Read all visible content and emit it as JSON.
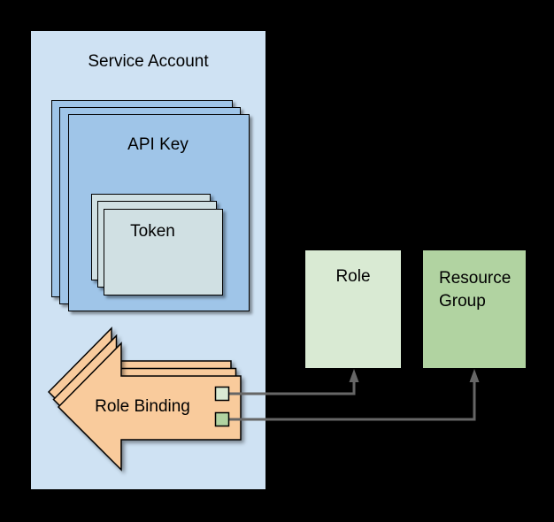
{
  "labels": {
    "service_account": "Service Account",
    "api_key": "API Key",
    "token": "Token",
    "role_binding": "Role Binding",
    "role": "Role",
    "resource_group": "Resource Group"
  },
  "colors": {
    "background": "#000000",
    "service_account_fill": "#cfe2f3",
    "api_key_fill": "#9fc5e8",
    "token_fill": "#d0e0e3",
    "role_binding_fill": "#f9cb9c",
    "role_fill": "#d9ead3",
    "resource_group_fill": "#b1d3a1",
    "role_port_fill": "#d9ead3",
    "resource_port_fill": "#b1d3a1",
    "connector": "#666666",
    "outline": "#000000",
    "text": "#000000"
  },
  "structure": {
    "stacks": {
      "api_key_copies": 3,
      "token_copies": 3,
      "role_binding_copies": 3
    },
    "connectors": [
      {
        "from": "role-binding-role-port",
        "to": "role-box"
      },
      {
        "from": "role-binding-resource-port",
        "to": "resource-group-box"
      }
    ]
  }
}
